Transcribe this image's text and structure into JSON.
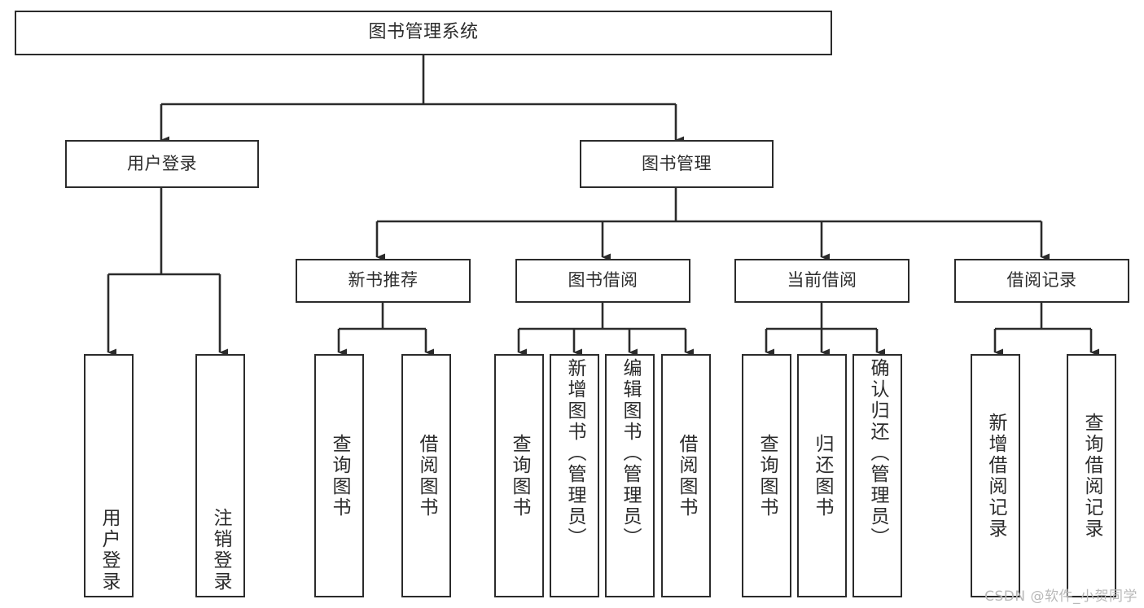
{
  "diagram": {
    "title": "图书管理系统",
    "type": "tree-hierarchy-chart",
    "orientation": "top-down",
    "stroke_color": "#2b2b2b",
    "text_color": "#2c2c2c",
    "background_color": "#ffffff"
  },
  "nodes": {
    "root": {
      "label": "图书管理系统"
    },
    "level1": [
      {
        "id": "user-login",
        "label": "用户登录"
      },
      {
        "id": "book-management",
        "label": "图书管理"
      }
    ],
    "level2": [
      {
        "id": "new-book-recommend",
        "label": "新书推荐"
      },
      {
        "id": "book-borrow",
        "label": "图书借阅"
      },
      {
        "id": "current-borrow",
        "label": "当前借阅"
      },
      {
        "id": "borrow-record",
        "label": "借阅记录"
      }
    ],
    "leaves": {
      "user_login": [
        {
          "id": "leaf-user-login",
          "label": "用户登录"
        },
        {
          "id": "leaf-logout",
          "label": "注销登录"
        }
      ],
      "new_book_recommend": [
        {
          "id": "leaf-query-book-1",
          "label": "查询图书"
        },
        {
          "id": "leaf-borrow-book-1",
          "label": "借阅图书"
        }
      ],
      "book_borrow": [
        {
          "id": "leaf-query-book-2",
          "label": "查询图书"
        },
        {
          "id": "leaf-add-book",
          "label": "新增图书（管理员）"
        },
        {
          "id": "leaf-edit-book",
          "label": "编辑图书（管理员）"
        },
        {
          "id": "leaf-borrow-book-2",
          "label": "借阅图书"
        }
      ],
      "current_borrow": [
        {
          "id": "leaf-query-book-3",
          "label": "查询图书"
        },
        {
          "id": "leaf-return-book",
          "label": "归还图书"
        },
        {
          "id": "leaf-confirm-return",
          "label": "确认归还（管理员）"
        }
      ],
      "borrow_record": [
        {
          "id": "leaf-add-record",
          "label": "新增借阅记录"
        },
        {
          "id": "leaf-query-record",
          "label": "查询借阅记录"
        }
      ]
    }
  },
  "watermark": {
    "text": "CSDN @软件_小贺同学"
  }
}
